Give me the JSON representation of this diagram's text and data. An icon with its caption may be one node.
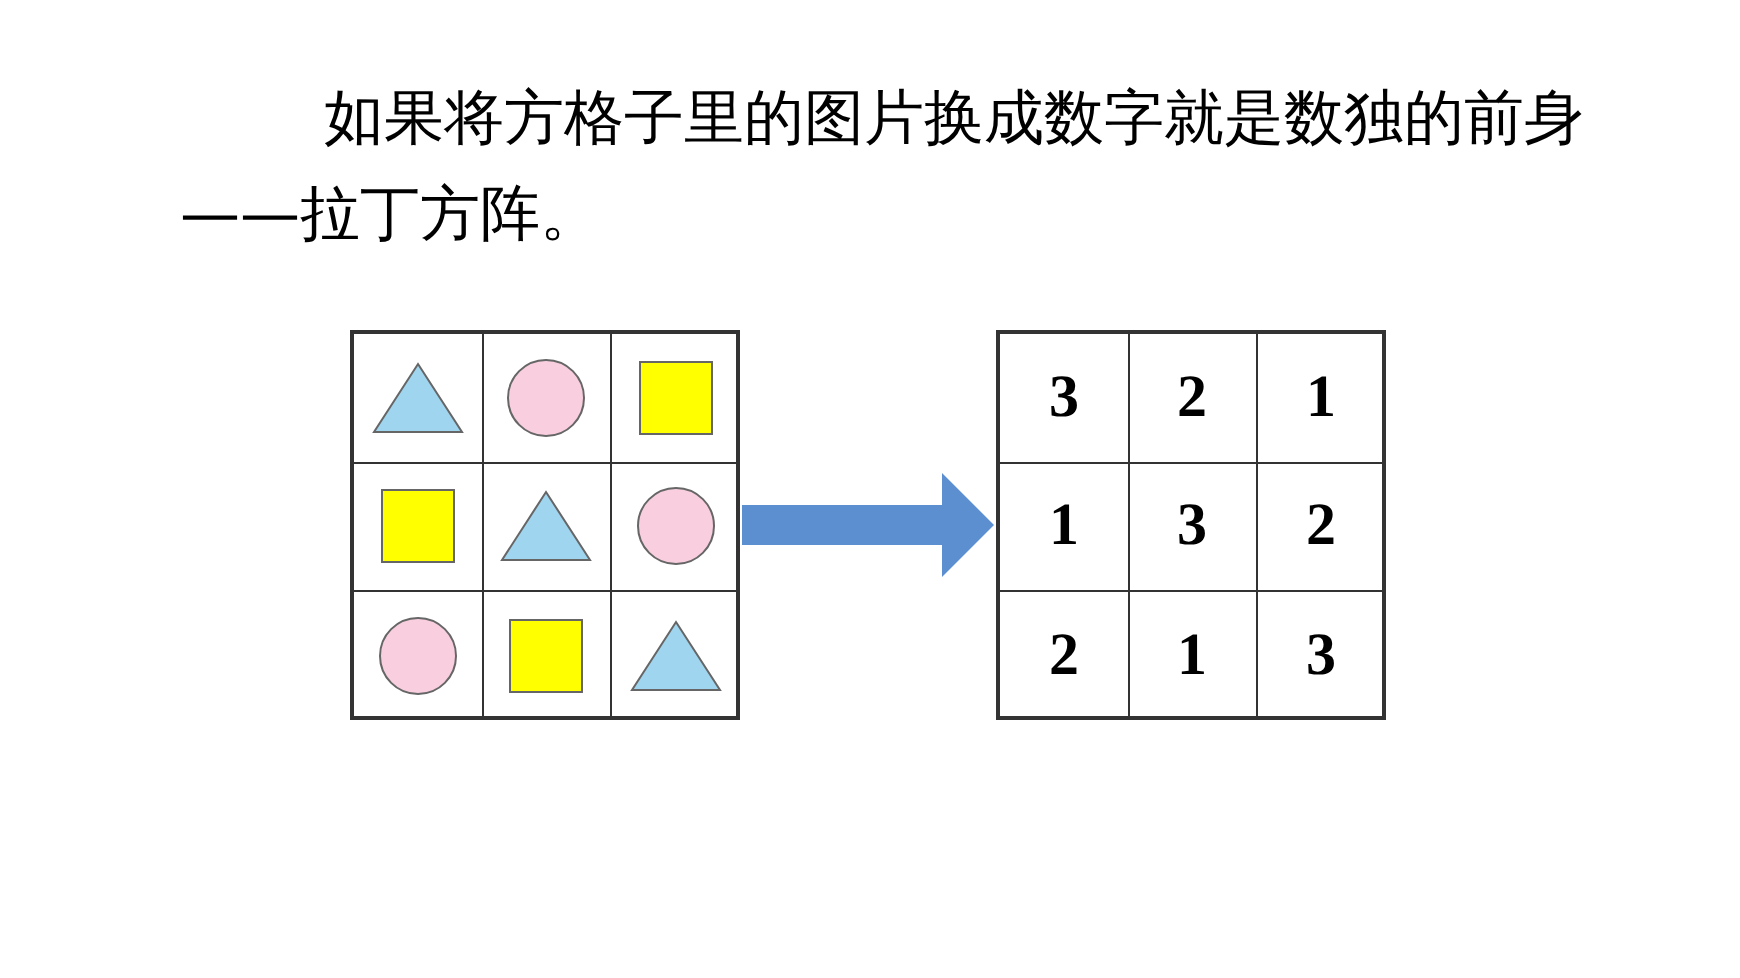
{
  "diagram": {
    "title": "如果将方格子里的图片换成数字就是数独的前身——拉丁方阵。",
    "nodes": [
      {
        "text": [],
        "shape": "box"
      },
      {
        "text": [],
        "shape": "triangle",
        "in": 0
      },
      {
        "text": [],
        "shape": "circle",
        "in": 0
      },
      {
        "text": [],
        "shape": "square",
        "in": 0
      },
      {
        "text": [],
        "shape": "square",
        "in": 0
      },
      {
        "text": [],
        "shape": "triangle",
        "in": 0
      },
      {
        "text": [],
        "shape": "circle",
        "in": 0
      },
      {
        "text": [],
        "shape": "circle",
        "in": 0
      },
      {
        "text": [],
        "shape": "square",
        "in": 0
      },
      {
        "text": [],
        "shape": "triangle",
        "in": 0
      },
      {
        "text": [],
        "shape": "box"
      },
      {
        "text": [
          "3"
        ],
        "in": 10
      },
      {
        "text": [
          "2"
        ],
        "in": 10
      },
      {
        "text": [
          "1"
        ],
        "in": 10
      },
      {
        "text": [
          "1"
        ],
        "in": 10
      },
      {
        "text": [
          "3"
        ],
        "in": 10
      },
      {
        "text": [
          "2"
        ],
        "in": 10
      },
      {
        "text": [
          "2"
        ],
        "in": 10
      },
      {
        "text": [
          "1"
        ],
        "in": 10
      },
      {
        "text": [
          "3"
        ],
        "in": 10
      }
    ],
    "edges": [
      {
        "from": 0,
        "to": 10,
        "arrow": "to"
      }
    ]
  }
}
